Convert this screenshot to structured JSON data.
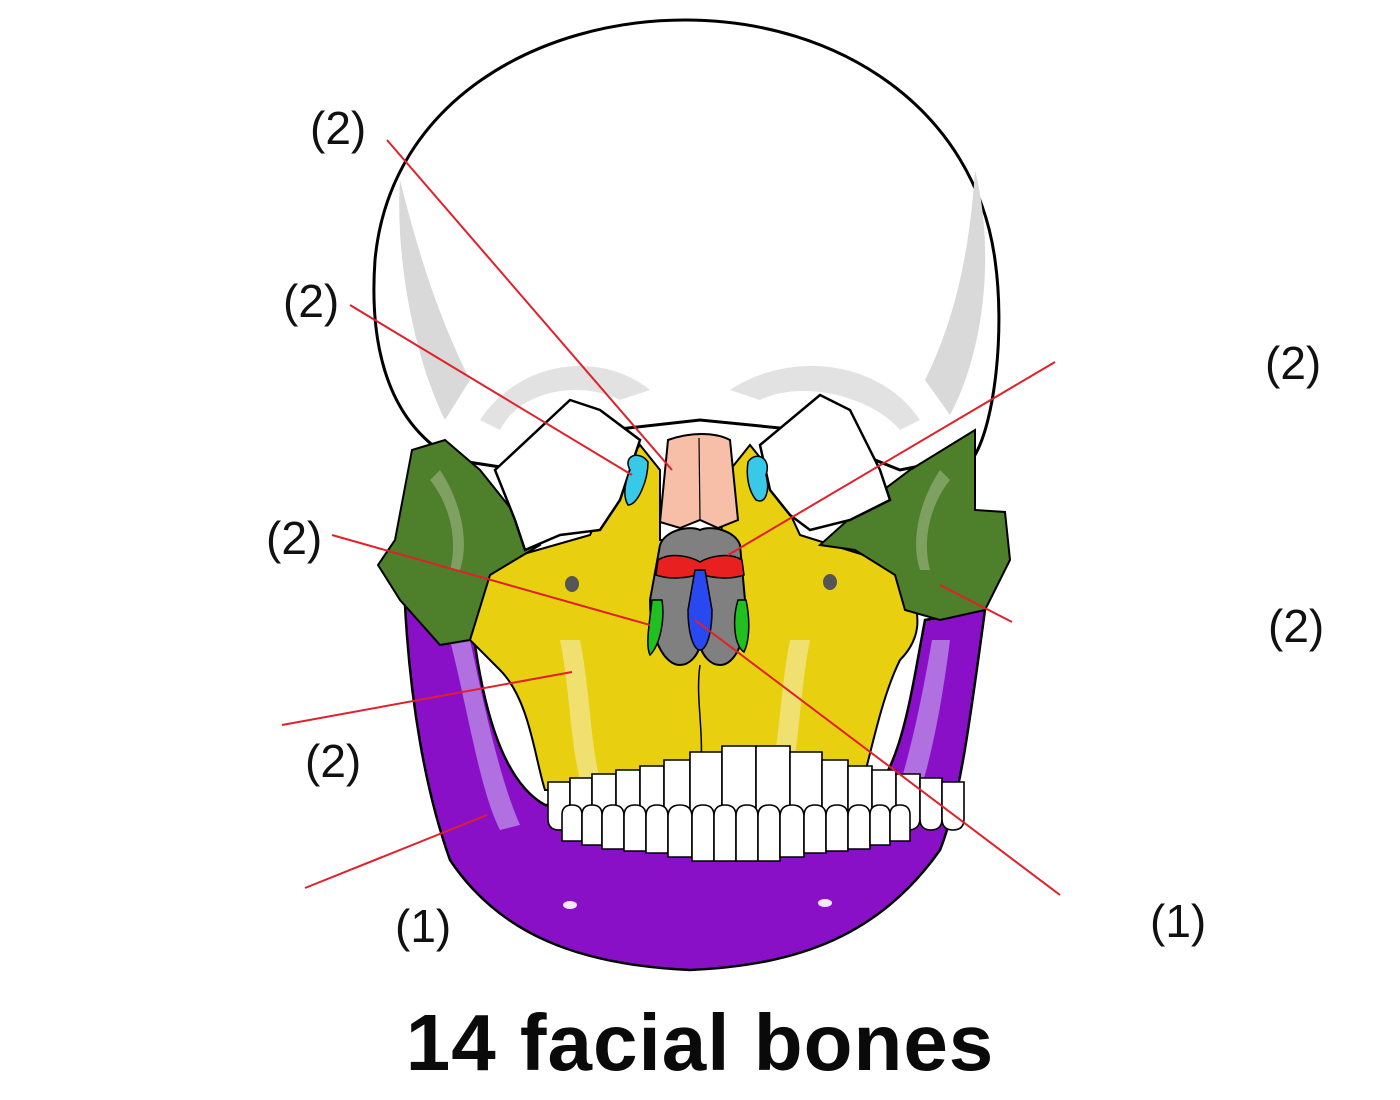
{
  "title": "14 facial bones",
  "labels": [
    {
      "id": "nasal",
      "text": "(2)"
    },
    {
      "id": "lacrimal",
      "text": "(2)"
    },
    {
      "id": "inferior-nasal-concha",
      "text": "(2)"
    },
    {
      "id": "maxilla",
      "text": "(2)"
    },
    {
      "id": "mandible",
      "text": "(1)"
    },
    {
      "id": "palatine",
      "text": "(2)"
    },
    {
      "id": "zygomatic",
      "text": "(2)"
    },
    {
      "id": "vomer",
      "text": "(1)"
    }
  ],
  "colors": {
    "leader_line": "#e0202a",
    "maxilla": "#e8cf10",
    "zygomatic": "#4e7f2a",
    "mandible": "#8a10c8",
    "nasal": "#f7bfa8",
    "lacrimal": "#38c8e8",
    "palatine": "#e82020",
    "inferior_nasal_concha": "#20c020",
    "vomer": "#2848f0",
    "nasal_cavity": "#808080",
    "skull_outline": "#000000",
    "skull_shading": "#d9d9d9"
  }
}
